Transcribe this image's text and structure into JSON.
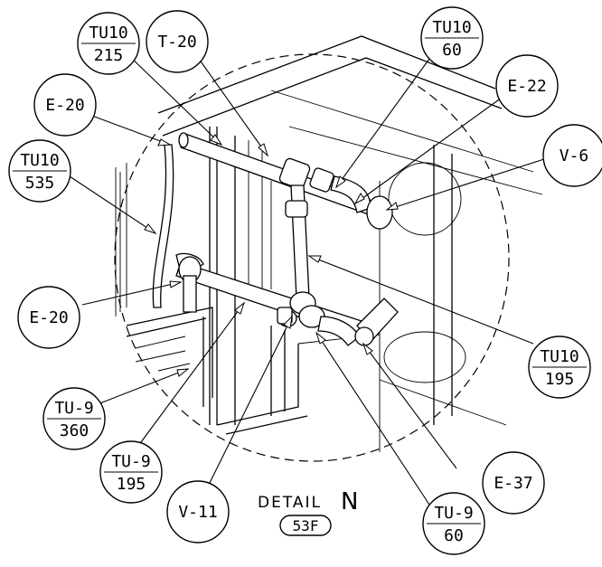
{
  "callouts": {
    "tu10_215": {
      "top": "TU10",
      "bottom": "215"
    },
    "t20": {
      "label": "T-20"
    },
    "tu10_60": {
      "top": "TU10",
      "bottom": "60"
    },
    "e22": {
      "label": "E-22"
    },
    "e20_top": {
      "label": "E-20"
    },
    "v6": {
      "label": "V-6"
    },
    "tu10_535": {
      "top": "TU10",
      "bottom": "535"
    },
    "e20_left": {
      "label": "E-20"
    },
    "tu10_195": {
      "top": "TU10",
      "bottom": "195"
    },
    "tu9_360": {
      "top": "TU-9",
      "bottom": "360"
    },
    "tu9_195": {
      "top": "TU-9",
      "bottom": "195"
    },
    "e37": {
      "label": "E-37"
    },
    "v11": {
      "label": "V-11"
    },
    "tu9_60": {
      "top": "TU-9",
      "bottom": "60"
    }
  },
  "detail": {
    "title": "DETAIL",
    "letter": "N",
    "sheet": "53F"
  }
}
